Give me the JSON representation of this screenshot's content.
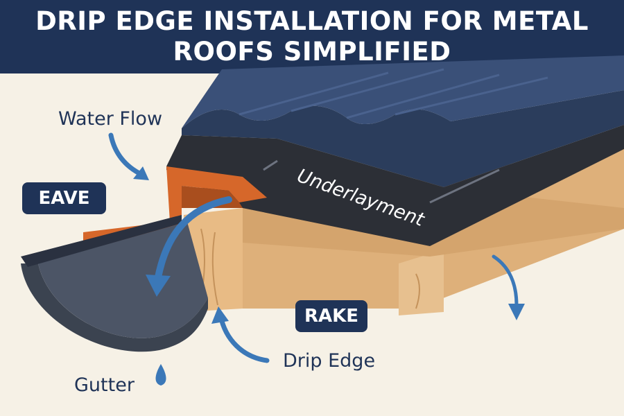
{
  "title": {
    "line1": "DRIP EDGE INSTALLATION FOR METAL",
    "line2": "ROOFS SIMPLIFIED"
  },
  "labels": {
    "water_flow": "Water Flow",
    "eave": "EAVE",
    "rake": "RAKE",
    "underlayment": "Underlayment",
    "drip_edge": "Drip Edge",
    "gutter": "Gutter"
  },
  "colors": {
    "navy": "#1f3357",
    "metal_roof": "#2b3d5c",
    "underlayment": "#2c2f36",
    "drip_edge": "#d6672a",
    "wood": "#e2b47c",
    "gutter": "#3b4350",
    "arrow_blue": "#3b78b8",
    "background": "#f6f1e6"
  }
}
